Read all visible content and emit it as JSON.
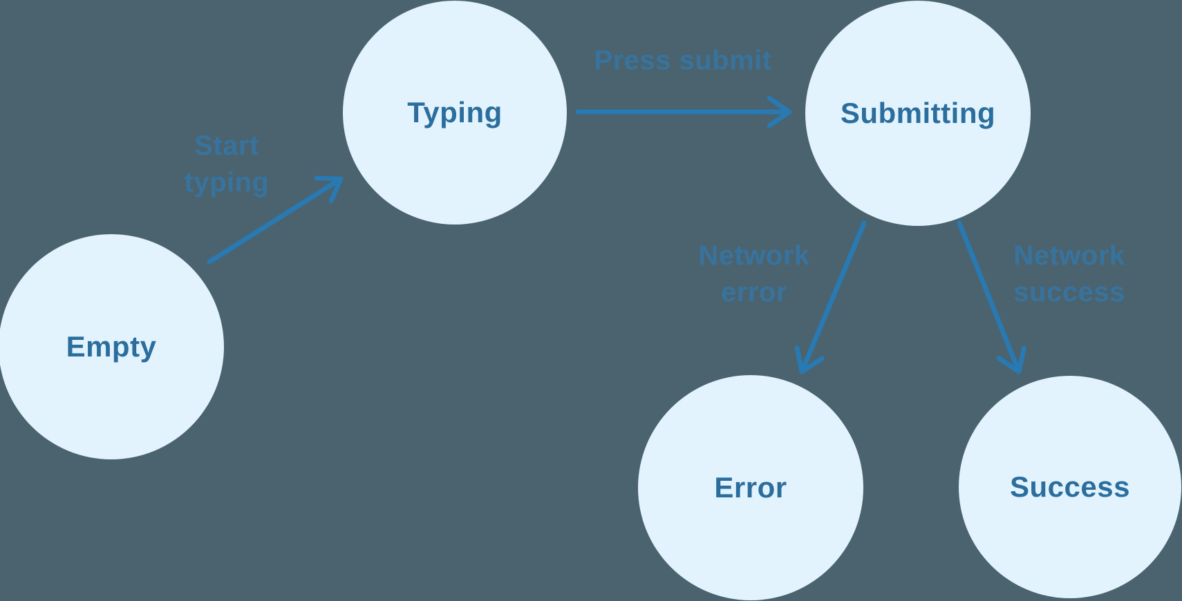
{
  "diagram": {
    "description": "Form submission state machine",
    "colors": {
      "background": "#4A636F",
      "node_fill": "#E2F3FD",
      "node_text": "#2B6E9D",
      "arrow": "#2979B2",
      "edge_label": "#38739E"
    },
    "nodes": [
      {
        "id": "empty",
        "label": "Empty"
      },
      {
        "id": "typing",
        "label": "Typing"
      },
      {
        "id": "submitting",
        "label": "Submitting"
      },
      {
        "id": "error",
        "label": "Error"
      },
      {
        "id": "success",
        "label": "Success"
      }
    ],
    "edges": [
      {
        "from": "Empty",
        "to": "Typing",
        "label": "Start typing",
        "label_lines": [
          "Start",
          "typing"
        ]
      },
      {
        "from": "Typing",
        "to": "Submitting",
        "label": "Press submit",
        "label_lines": [
          "Press submit"
        ]
      },
      {
        "from": "Submitting",
        "to": "Error",
        "label": "Network error",
        "label_lines": [
          "Network",
          "error"
        ]
      },
      {
        "from": "Submitting",
        "to": "Success",
        "label": "Network success",
        "label_lines": [
          "Network",
          "success"
        ]
      }
    ]
  }
}
